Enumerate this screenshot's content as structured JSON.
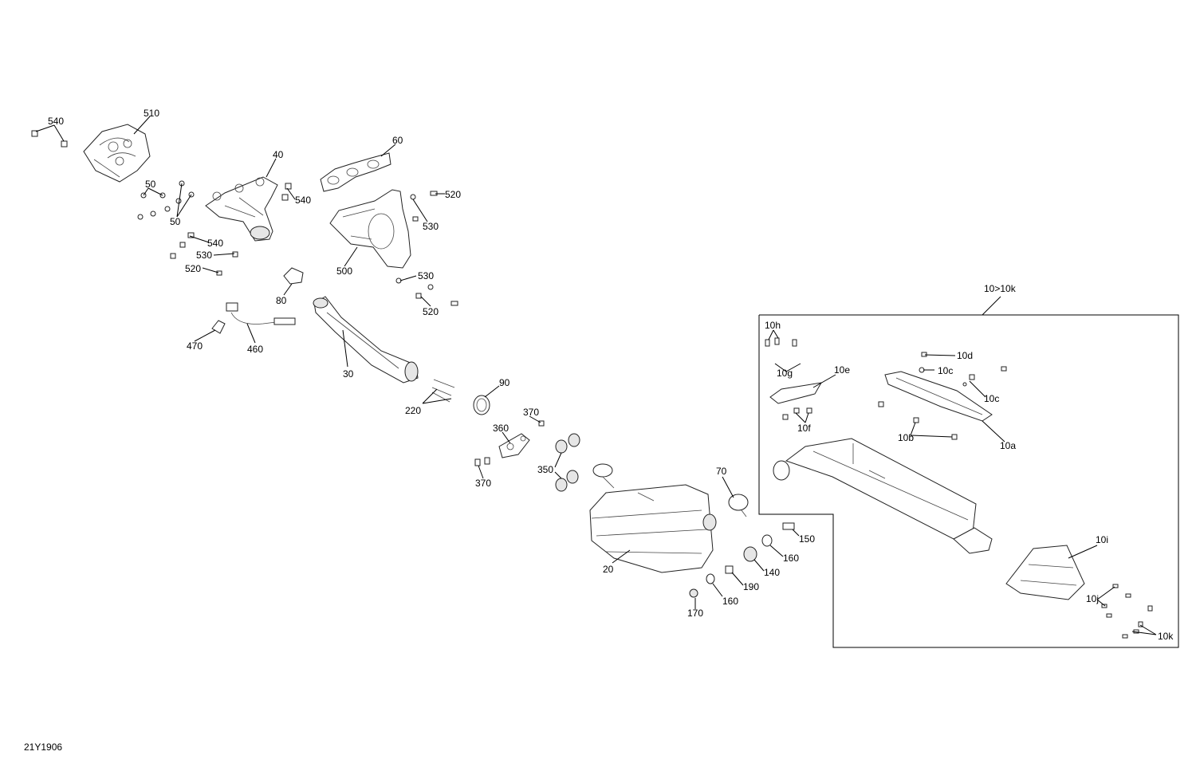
{
  "figure_id": "21Y1906",
  "kit_label": "10>10k",
  "labels": {
    "p540a": "540",
    "p510": "510",
    "p40": "40",
    "p60": "60",
    "p50a": "50",
    "p50b": "50",
    "p540b": "540",
    "p520a": "520",
    "p530a": "530",
    "p540c": "540",
    "p530b": "530",
    "p520b": "520",
    "p500": "500",
    "p530c": "530",
    "p80": "80",
    "p520c": "520",
    "p470": "470",
    "p460": "460",
    "p30": "30",
    "p90": "90",
    "p220": "220",
    "p370a": "370",
    "p360": "360",
    "p370b": "370",
    "p350": "350",
    "p70": "70",
    "p20": "20",
    "p150": "150",
    "p160a": "160",
    "p140": "140",
    "p190": "190",
    "p160b": "160",
    "p170": "170",
    "p10h": "10h",
    "p10g": "10g",
    "p10e": "10e",
    "p10d": "10d",
    "p10c1": "10c",
    "p10c2": "10c",
    "p10f": "10f",
    "p10b": "10b",
    "p10a": "10a",
    "p10i": "10i",
    "p10j": "10j",
    "p10k": "10k"
  }
}
